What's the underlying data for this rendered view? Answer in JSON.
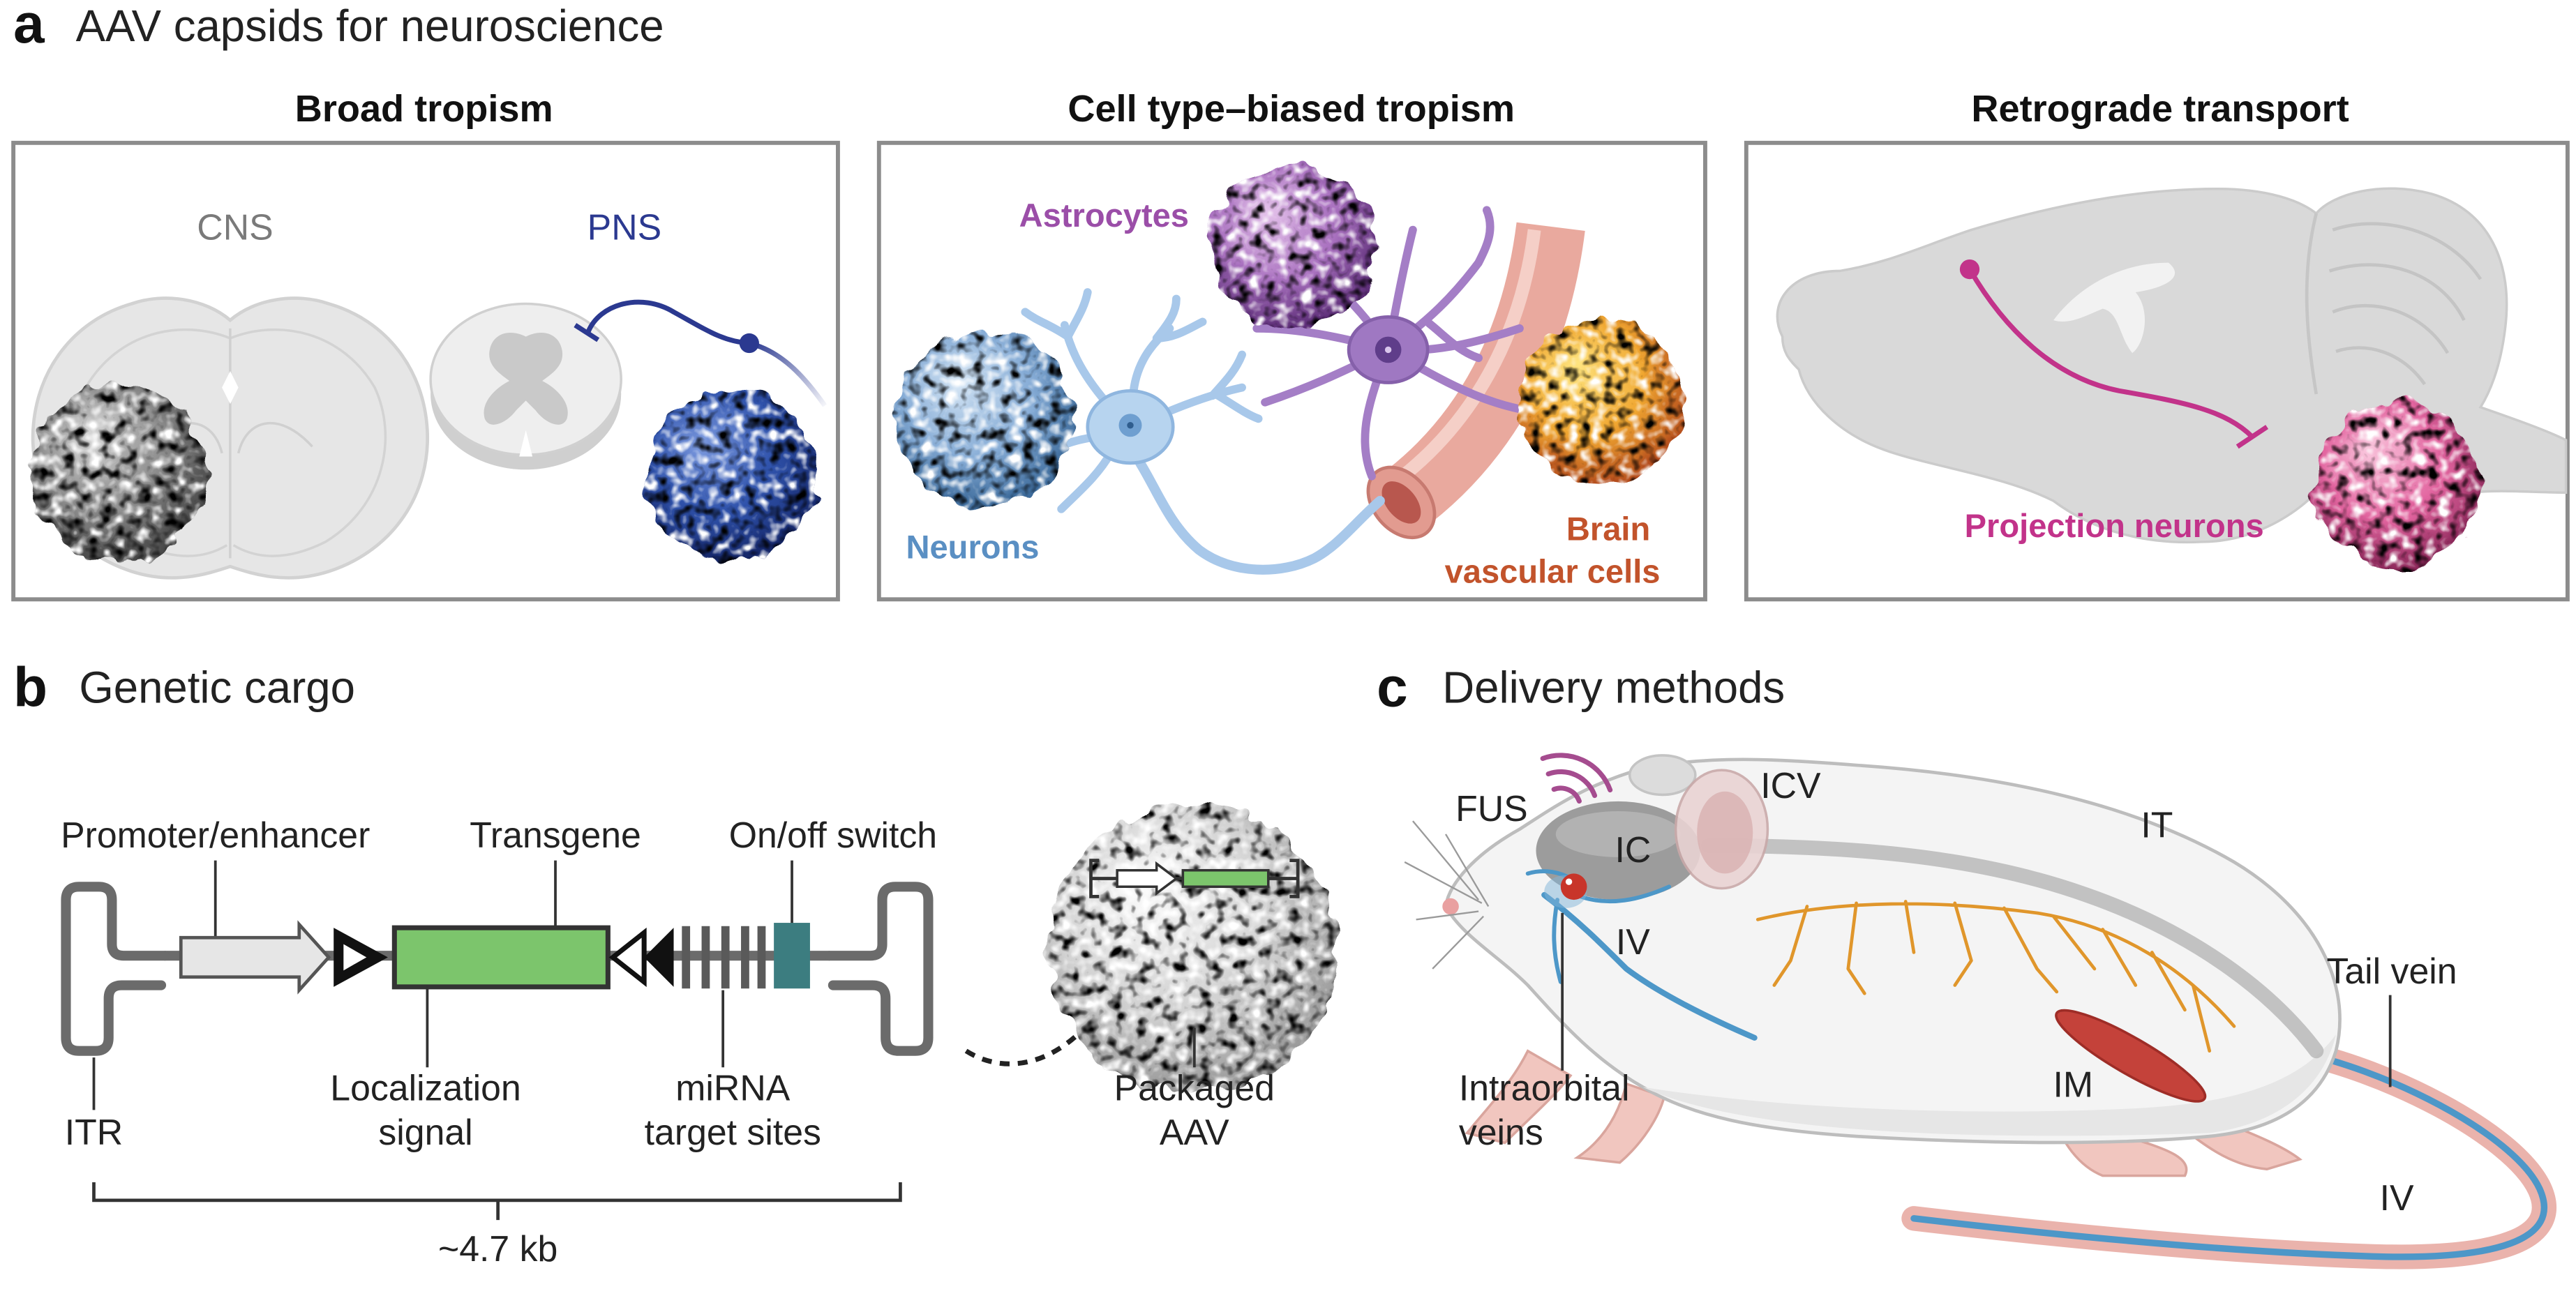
{
  "panel_a": {
    "letter": "a",
    "title": "AAV capsids for neuroscience",
    "broad_tropism": {
      "heading": "Broad tropism",
      "cns_label": "CNS",
      "pns_label": "PNS"
    },
    "cell_type_biased": {
      "heading": "Cell type–biased tropism",
      "astrocytes_label": "Astrocytes",
      "neurons_label": "Neurons",
      "vascular_label": [
        "Brain",
        "vascular cells"
      ]
    },
    "retrograde": {
      "heading": "Retrograde transport",
      "projection_label": "Projection neurons"
    }
  },
  "panel_b": {
    "letter": "b",
    "title": "Genetic cargo",
    "promoter_label": "Promoter/enhancer",
    "transgene_label": "Transgene",
    "switch_label": "On/off switch",
    "itr_label": "ITR",
    "localization_label": [
      "Localization",
      "signal"
    ],
    "mirna_label": [
      "miRNA",
      "target sites"
    ],
    "packaged_label": [
      "Packaged",
      "AAV"
    ],
    "cargo_size": "~4.7 kb"
  },
  "panel_c": {
    "letter": "c",
    "title": "Delivery methods",
    "fus_label": "FUS",
    "icv_label": "ICV",
    "ic_label": "IC",
    "it_label": "IT",
    "iv_head_label": "IV",
    "intraorbital_label": [
      "Intraorbital",
      "veins"
    ],
    "tail_vein_label": "Tail vein",
    "im_label": "IM",
    "iv_tail_label": "IV"
  },
  "colors": {
    "cns": "#7a7a7a",
    "pns": "#2b3990",
    "astrocytes": "#9b4ea8",
    "neurons": "#5a8fc3",
    "vascular": "#c2532b",
    "projection": "#c2338a",
    "transgene": "#7cc56c",
    "switch": "#3c7d80",
    "nerves": "#e0962b",
    "veins": "#4d97c8",
    "muscle": "#c4423a"
  }
}
